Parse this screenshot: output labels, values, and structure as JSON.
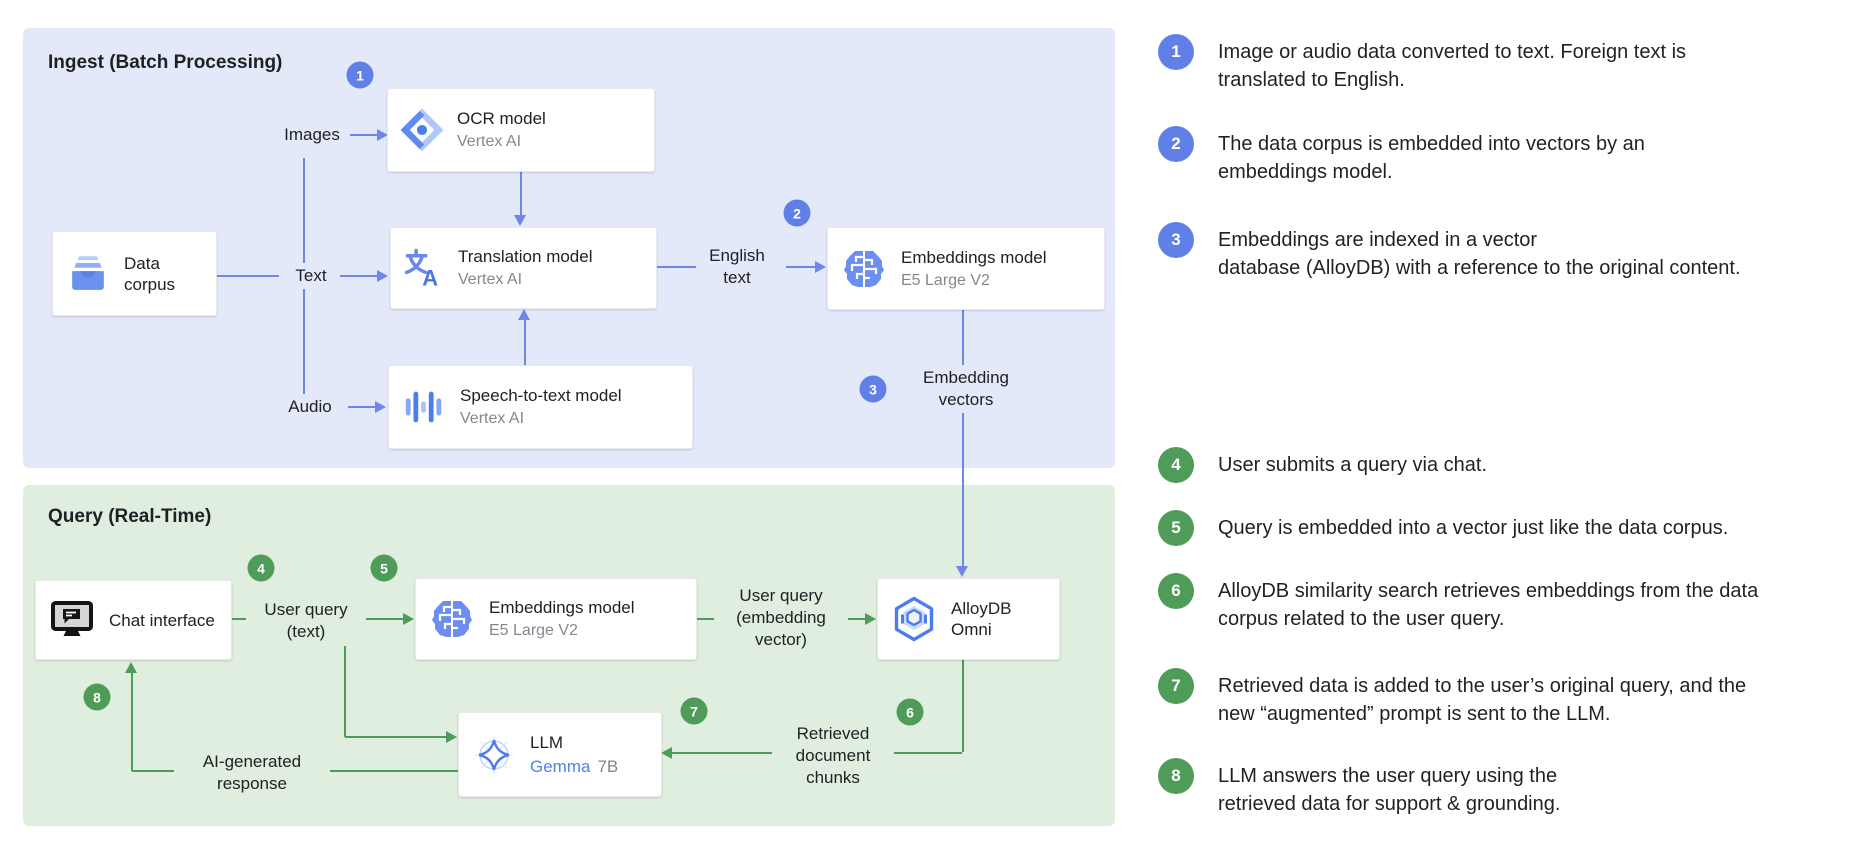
{
  "colors": {
    "panel_blue": "#e4e9fa",
    "panel_green": "#dfeede",
    "blue_line": "#6e87e8",
    "blue_badge": "#6080e8",
    "green": "#4f9c59",
    "gemma_blue": "#4f82f0",
    "subtitle_gray": "#83888e"
  },
  "icons": {
    "data_corpus": "inbox-tray-icon",
    "ocr": "document-ai-diamond-icon",
    "translation": "translate-icon",
    "speech": "waveform-icon",
    "embeddings": "brain-icon",
    "chat": "monitor-chat-icon",
    "alloydb": "alloydb-hexagon-icon",
    "llm": "gemma-spark-icon"
  },
  "ingest": {
    "title": "Ingest (Batch Processing)",
    "labels": {
      "images": "Images",
      "text": "Text",
      "audio": "Audio",
      "english_text": "English text",
      "embedding_vectors": "Embedding vectors"
    },
    "nodes": {
      "data_corpus": {
        "title": "Data corpus"
      },
      "ocr": {
        "title": "OCR model",
        "subtitle": "Vertex AI"
      },
      "translation": {
        "title": "Translation model",
        "subtitle": "Vertex AI"
      },
      "speech": {
        "title": "Speech-to-text model",
        "subtitle": "Vertex AI"
      },
      "embeddings": {
        "title": "Embeddings model",
        "subtitle": "E5 Large V2"
      }
    },
    "badges": {
      "b1": "1",
      "b2": "2",
      "b3": "3"
    }
  },
  "query": {
    "title": "Query (Real-Time)",
    "labels": {
      "user_query_text": "User query (text)",
      "user_query_vector": "User query (embedding vector)",
      "retrieved_chunks": "Retrieved document chunks",
      "ai_response": "AI-generated response"
    },
    "nodes": {
      "chat": {
        "title": "Chat interface"
      },
      "embeddings": {
        "title": "Embeddings model",
        "subtitle": "E5 Large V2"
      },
      "alloydb": {
        "title": "AlloyDB Omni"
      },
      "llm": {
        "title": "LLM",
        "model": "Gemma",
        "variant": "7B"
      }
    },
    "badges": {
      "b4": "4",
      "b5": "5",
      "b6": "6",
      "b7": "7",
      "b8": "8"
    }
  },
  "annotations": [
    {
      "num": "1",
      "color": "blue",
      "lines": [
        "Image or audio data converted to text. Foreign text is",
        "translated to English."
      ]
    },
    {
      "num": "2",
      "color": "blue",
      "lines": [
        "The data corpus is embedded into vectors by an",
        "embeddings model."
      ]
    },
    {
      "num": "3",
      "color": "blue",
      "lines": [
        "Embeddings are indexed in a vector",
        "database (AlloyDB) with a reference to the original content."
      ]
    },
    {
      "num": "4",
      "color": "green",
      "lines": [
        "User submits a query via chat."
      ]
    },
    {
      "num": "5",
      "color": "green",
      "lines": [
        "Query is embedded into a vector just like the data corpus."
      ]
    },
    {
      "num": "6",
      "color": "green",
      "lines": [
        "AlloyDB similarity search retrieves embeddings from the data",
        "corpus related to the user query."
      ]
    },
    {
      "num": "7",
      "color": "green",
      "lines": [
        "Retrieved data is added to the user’s original query, and the",
        "new “augmented” prompt is sent to the LLM."
      ]
    },
    {
      "num": "8",
      "color": "green",
      "lines": [
        "LLM answers the user query using the",
        "retrieved data for support & grounding."
      ]
    }
  ]
}
